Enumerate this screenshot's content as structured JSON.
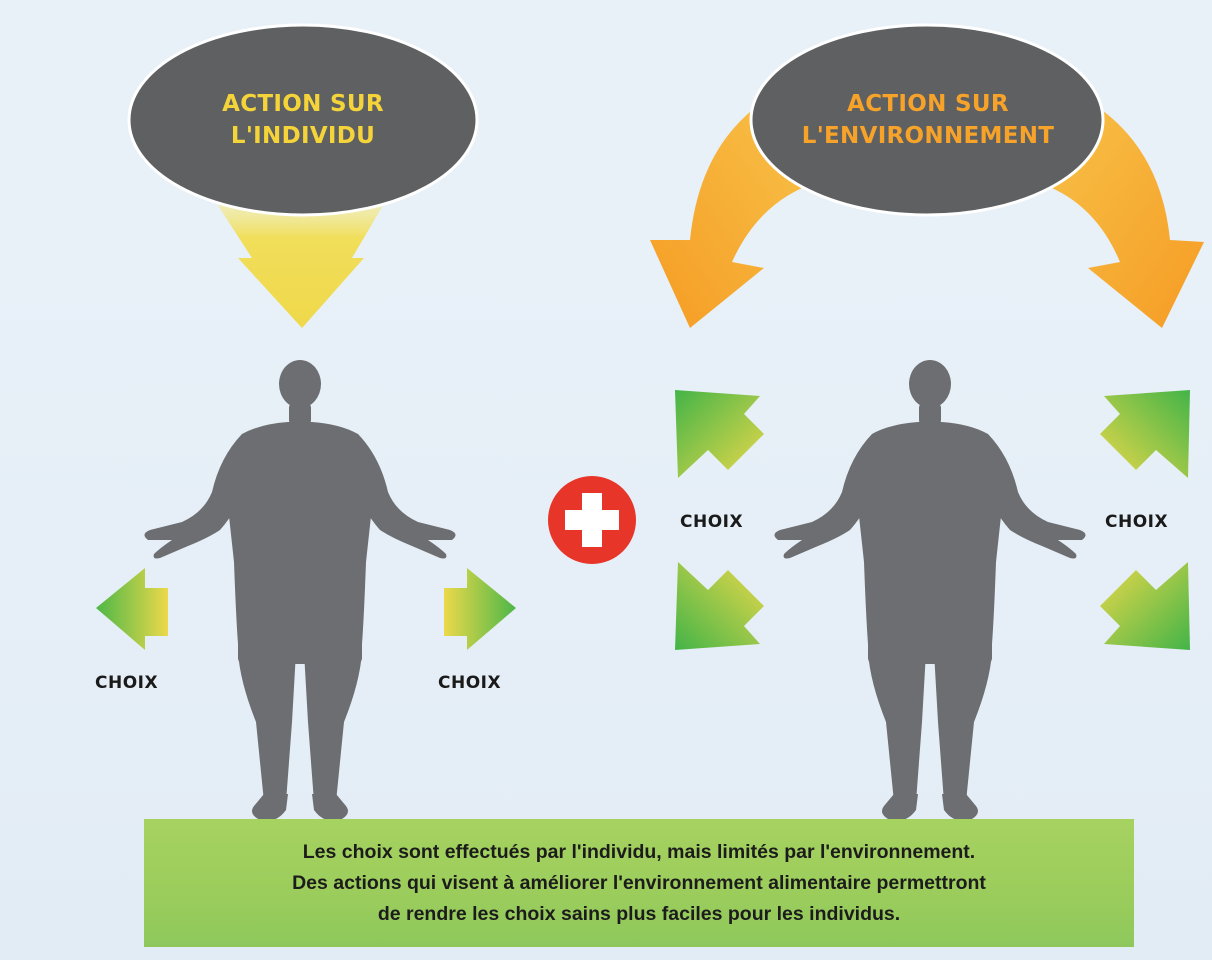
{
  "left_panel": {
    "bubble_line1": "ACTION SUR",
    "bubble_line2": "L'INDIVIDU",
    "choice_left": "CHOIX",
    "choice_right": "CHOIX"
  },
  "right_panel": {
    "bubble_line1": "ACTION SUR",
    "bubble_line2": "L'ENVIRONNEMENT",
    "choice_left": "CHOIX",
    "choice_right": "CHOIX"
  },
  "caption": {
    "line1": "Les choix sont effectués par l'individu, mais limités par l'environnement.",
    "line2": "Des actions qui visent à améliorer l'environnement alimentaire permettront",
    "line3": "de rendre les choix sains plus faciles pour les individus."
  },
  "colors": {
    "bubble_fill": "#5f6062",
    "bubble_text_left": "#f5d43a",
    "bubble_text_right": "#f7a32a",
    "figure": "#6d6e71",
    "plus_circle": "#e8352a",
    "caption_bg": "#9dcd5c"
  },
  "icons": {
    "figure": "person-silhouette-icon",
    "plus": "plus-icon",
    "choice_arrow": "arrow-icon"
  }
}
